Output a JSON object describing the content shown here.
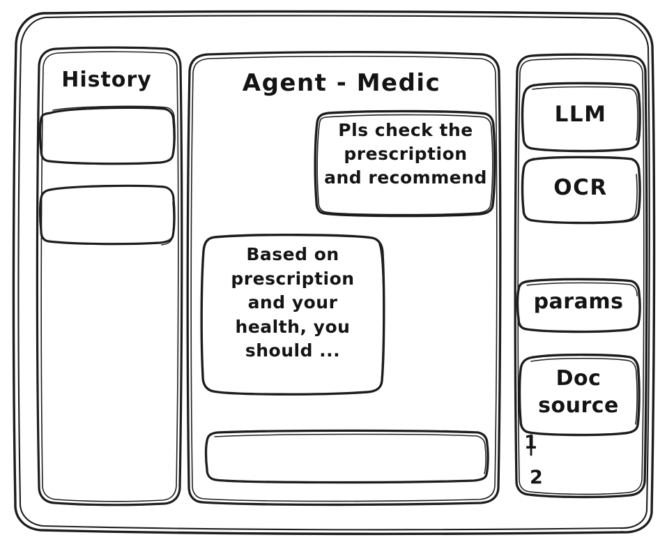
{
  "window": {
    "frame": "app-window"
  },
  "sidebar_left": {
    "title": "History",
    "items": [
      {
        "label": ""
      },
      {
        "label": ""
      }
    ]
  },
  "main": {
    "title": "Agent - Medic",
    "messages": [
      {
        "role": "user",
        "text": "Pls check the\nprescription\nand recommend"
      },
      {
        "role": "agent",
        "text": "Based on\nprescription\nand your\nhealth, you\nshould ..."
      }
    ],
    "composer": {
      "value": "",
      "placeholder": ""
    }
  },
  "sidebar_right": {
    "blocks": [
      {
        "label": "LLM"
      },
      {
        "label": "OCR"
      },
      {
        "label": "params"
      },
      {
        "label": "Doc\nsource"
      }
    ],
    "doc_source_items": [
      {
        "label": "1"
      },
      {
        "label": "2"
      }
    ]
  },
  "style": {
    "stroke": "#1d1d1d",
    "background": "#ffffff"
  }
}
